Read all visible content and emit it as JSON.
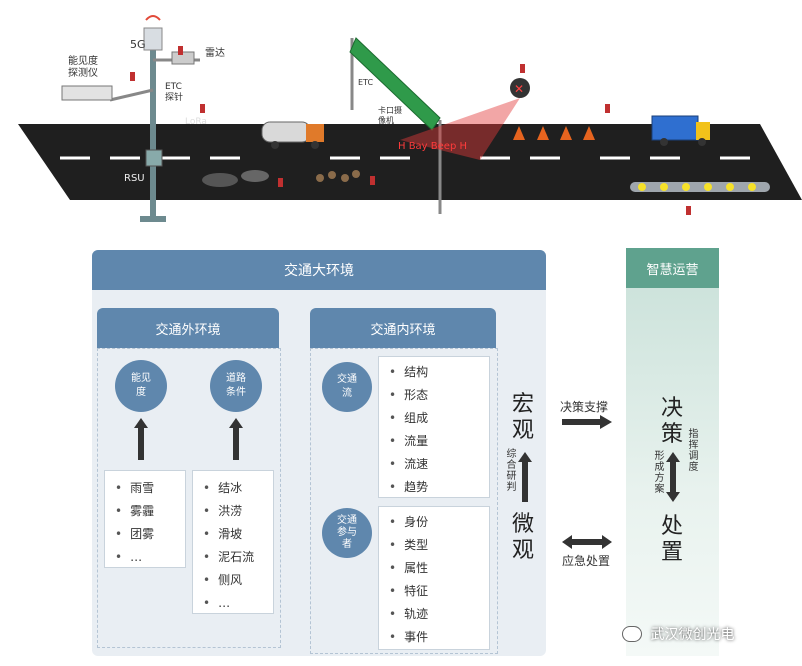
{
  "scene": {
    "label_5g": "5G",
    "label_visibility": "能见度\n探测仪",
    "label_radar": "雷达",
    "label_etc_probe": "ETC\n探针",
    "label_lora": "LoRa",
    "label_rsu": "RSU",
    "label_etc2": "ETC",
    "label_kakou": "卡口摄\n像机",
    "road_sign_text": "H Bay Beep H"
  },
  "big_box": {
    "title": "交通大环境"
  },
  "outer_env": {
    "title": "交通外环境",
    "circle_visibility": "能见\n度",
    "circle_road": "道路\n条件",
    "weather_items": [
      "雨雪",
      "雾霾",
      "团雾",
      "…"
    ],
    "road_items": [
      "结冰",
      "洪涝",
      "滑坡",
      "泥石流",
      "侧风",
      "…"
    ]
  },
  "inner_env": {
    "title": "交通内环境",
    "circle_flow": "交通\n流",
    "circle_participant": "交通\n参与\n者",
    "flow_items": [
      "结构",
      "形态",
      "组成",
      "流量",
      "流速",
      "趋势"
    ],
    "participant_items": [
      "身份",
      "类型",
      "属性",
      "特征",
      "轨迹",
      "事件"
    ]
  },
  "macro_micro": {
    "macro": "宏观",
    "micro": "微观",
    "research": "综合研判"
  },
  "links": {
    "decision_support": "决策支撑",
    "emergency": "应急处置"
  },
  "smart_ops": {
    "title": "智慧运营",
    "decision": "决策",
    "handle": "处置",
    "form_plan": "形成方案",
    "command": "指挥调度"
  },
  "watermark": "武汉微创光电"
}
